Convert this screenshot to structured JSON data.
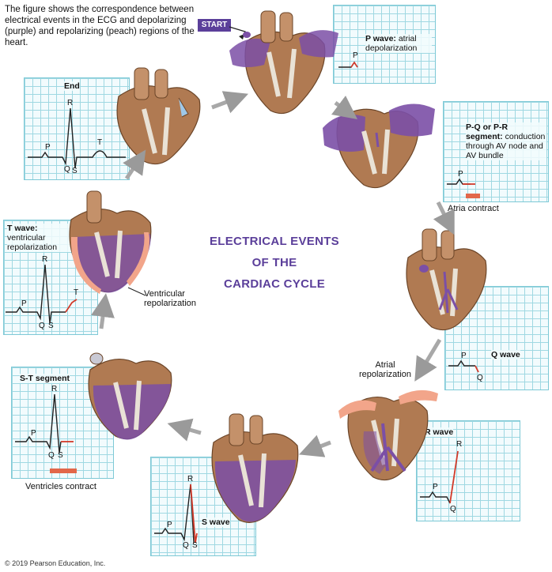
{
  "caption": "The figure shows the correspondence between electrical events in the ECG and depolarizing (purple) and repolarizing (peach) regions of the heart.",
  "start_label": "START",
  "title_lines": [
    "ELECTRICAL EVENTS",
    "OF THE",
    "CARDIAC CYCLE"
  ],
  "panels": {
    "p_wave": {
      "title": "P wave:",
      "desc": "atrial depolarization"
    },
    "pq": {
      "title": "P-Q or P-R segment:",
      "desc": "conduction through AV node and AV bundle"
    },
    "q_wave": {
      "title": "Q wave"
    },
    "r_wave": {
      "title": "R wave"
    },
    "s_wave": {
      "title": "S wave"
    },
    "st": {
      "title": "S-T segment"
    },
    "t_wave": {
      "title": "T wave:",
      "desc": "ventricular repolarization"
    },
    "end": {
      "title": "End"
    }
  },
  "annotations": {
    "atria_contract": "Atria contract",
    "ventricles_contract": "Ventricles contract",
    "atrial_repol": "Atrial repolarization",
    "ventricular_repol": "Ventricular repolarization"
  },
  "wave_letters": {
    "p": "P",
    "q": "Q",
    "r": "R",
    "s": "S",
    "t": "T"
  },
  "copyright": "© 2019 Pearson Education, Inc.",
  "colors": {
    "depolarizing": "#7b4fa6",
    "repolarizing": "#f2a58a",
    "title": "#5b3f9a",
    "grid": "#9fd8e2"
  }
}
